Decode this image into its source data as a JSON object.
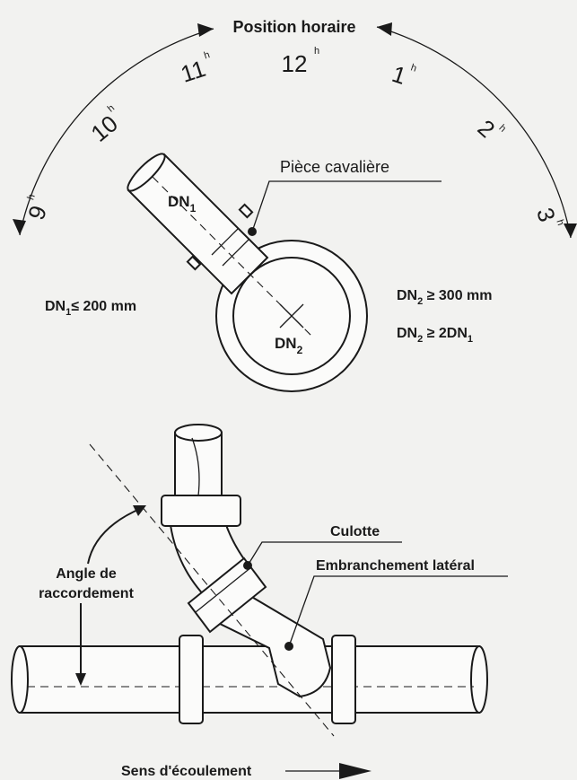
{
  "clock": {
    "title": "Position horaire",
    "hours": {
      "h9": "9",
      "h10": "10",
      "h11": "11",
      "h12": "12",
      "h1": "1",
      "h2": "2",
      "h3": "3"
    },
    "hour_suffix": "h"
  },
  "top_view": {
    "piece_label": "Pièce cavalière",
    "dn1_label": "DN",
    "dn1_sub": "1",
    "dn2_label": "DN",
    "dn2_sub": "2",
    "rule_dn1_prefix": "DN",
    "rule_dn1_sub": "1",
    "rule_dn1_suffix": "≤ 200 mm",
    "rule_dn2a_prefix": "DN",
    "rule_dn2a_sub": "2",
    "rule_dn2a_suffix": " ≥ 300 mm",
    "rule_dn2b_prefix": "DN",
    "rule_dn2b_sub": "2",
    "rule_dn2b_mid": " ≥ 2DN",
    "rule_dn2b_sub2": "1"
  },
  "side_view": {
    "culotte_label": "Culotte",
    "branch_label": "Embranchement latéral",
    "angle_label_line1": "Angle de",
    "angle_label_line2": "raccordement",
    "flow_label": "Sens d'écoulement"
  }
}
